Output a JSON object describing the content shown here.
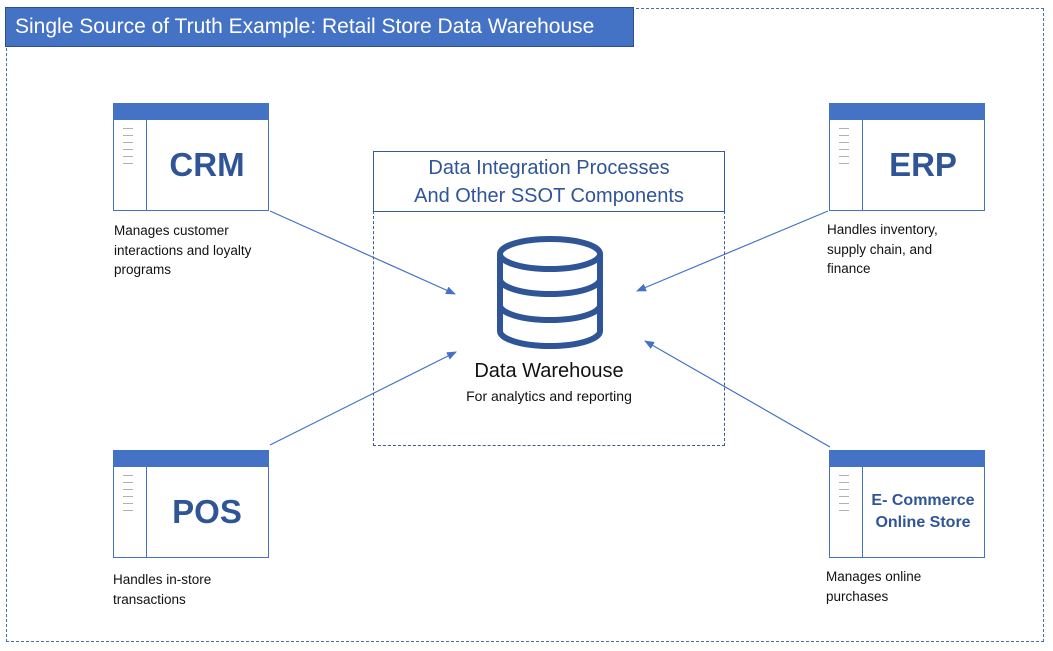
{
  "title": "Single Source of Truth Example: Retail Store Data Warehouse",
  "center": {
    "header_line1": "Data Integration Processes",
    "header_line2": "And Other SSOT Components",
    "warehouse_label": "Data Warehouse",
    "warehouse_sub": "For analytics and reporting"
  },
  "systems": {
    "crm": {
      "label": "CRM",
      "desc_lines": [
        "Manages customer",
        "interactions and loyalty",
        "programs"
      ]
    },
    "erp": {
      "label": "ERP",
      "desc_lines": [
        "Handles inventory,",
        "supply chain, and",
        "finance"
      ]
    },
    "pos": {
      "label": "POS",
      "desc_lines": [
        "Handles in-store",
        "transactions"
      ]
    },
    "ecommerce": {
      "label_line1": "E- Commerce",
      "label_line2": "Online Store",
      "desc_lines": [
        "Manages online",
        "purchases"
      ]
    }
  },
  "colors": {
    "accent": "#4472c4",
    "text_blue": "#2f5597",
    "frame": "#4a6fa5"
  }
}
